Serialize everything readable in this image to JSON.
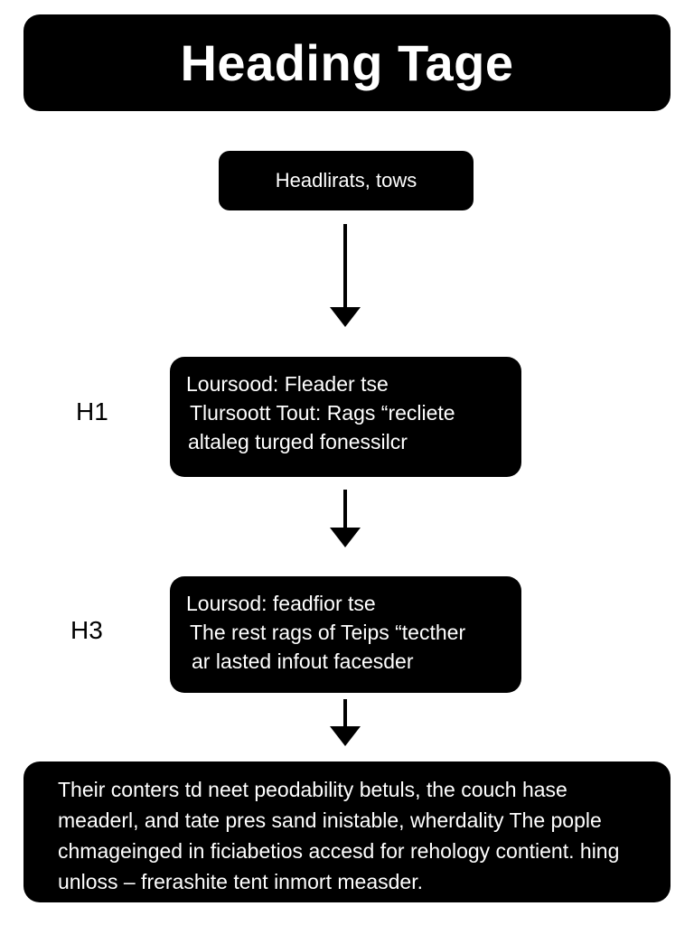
{
  "title": "Heading Tage",
  "top_node": "Headlirats, tows",
  "h1": {
    "label": "H1",
    "lines": [
      "Loursood: Fleader tse",
      "Tlursoott Tout: Rags “recliete",
      "altaleg turged fonessilcr"
    ]
  },
  "h3": {
    "label": "H3",
    "lines": [
      "Loursod: feadfior tse",
      "The rest rags of Teips “tecther",
      "ar lasted infout facesder"
    ]
  },
  "bottom": {
    "lines": [
      "Their conters td neet peodability betuls, the couch hase",
      "meaderl, and tate pres sand inistable, wherdality The pople",
      "chmageinged in ficiabetios accesd for rehology contient. hing",
      "unloss – frerashite tent inmort measder."
    ]
  },
  "colors": {
    "box_fill": "#000000",
    "box_text": "#ffffff",
    "background": "#ffffff",
    "arrow": "#000000"
  }
}
